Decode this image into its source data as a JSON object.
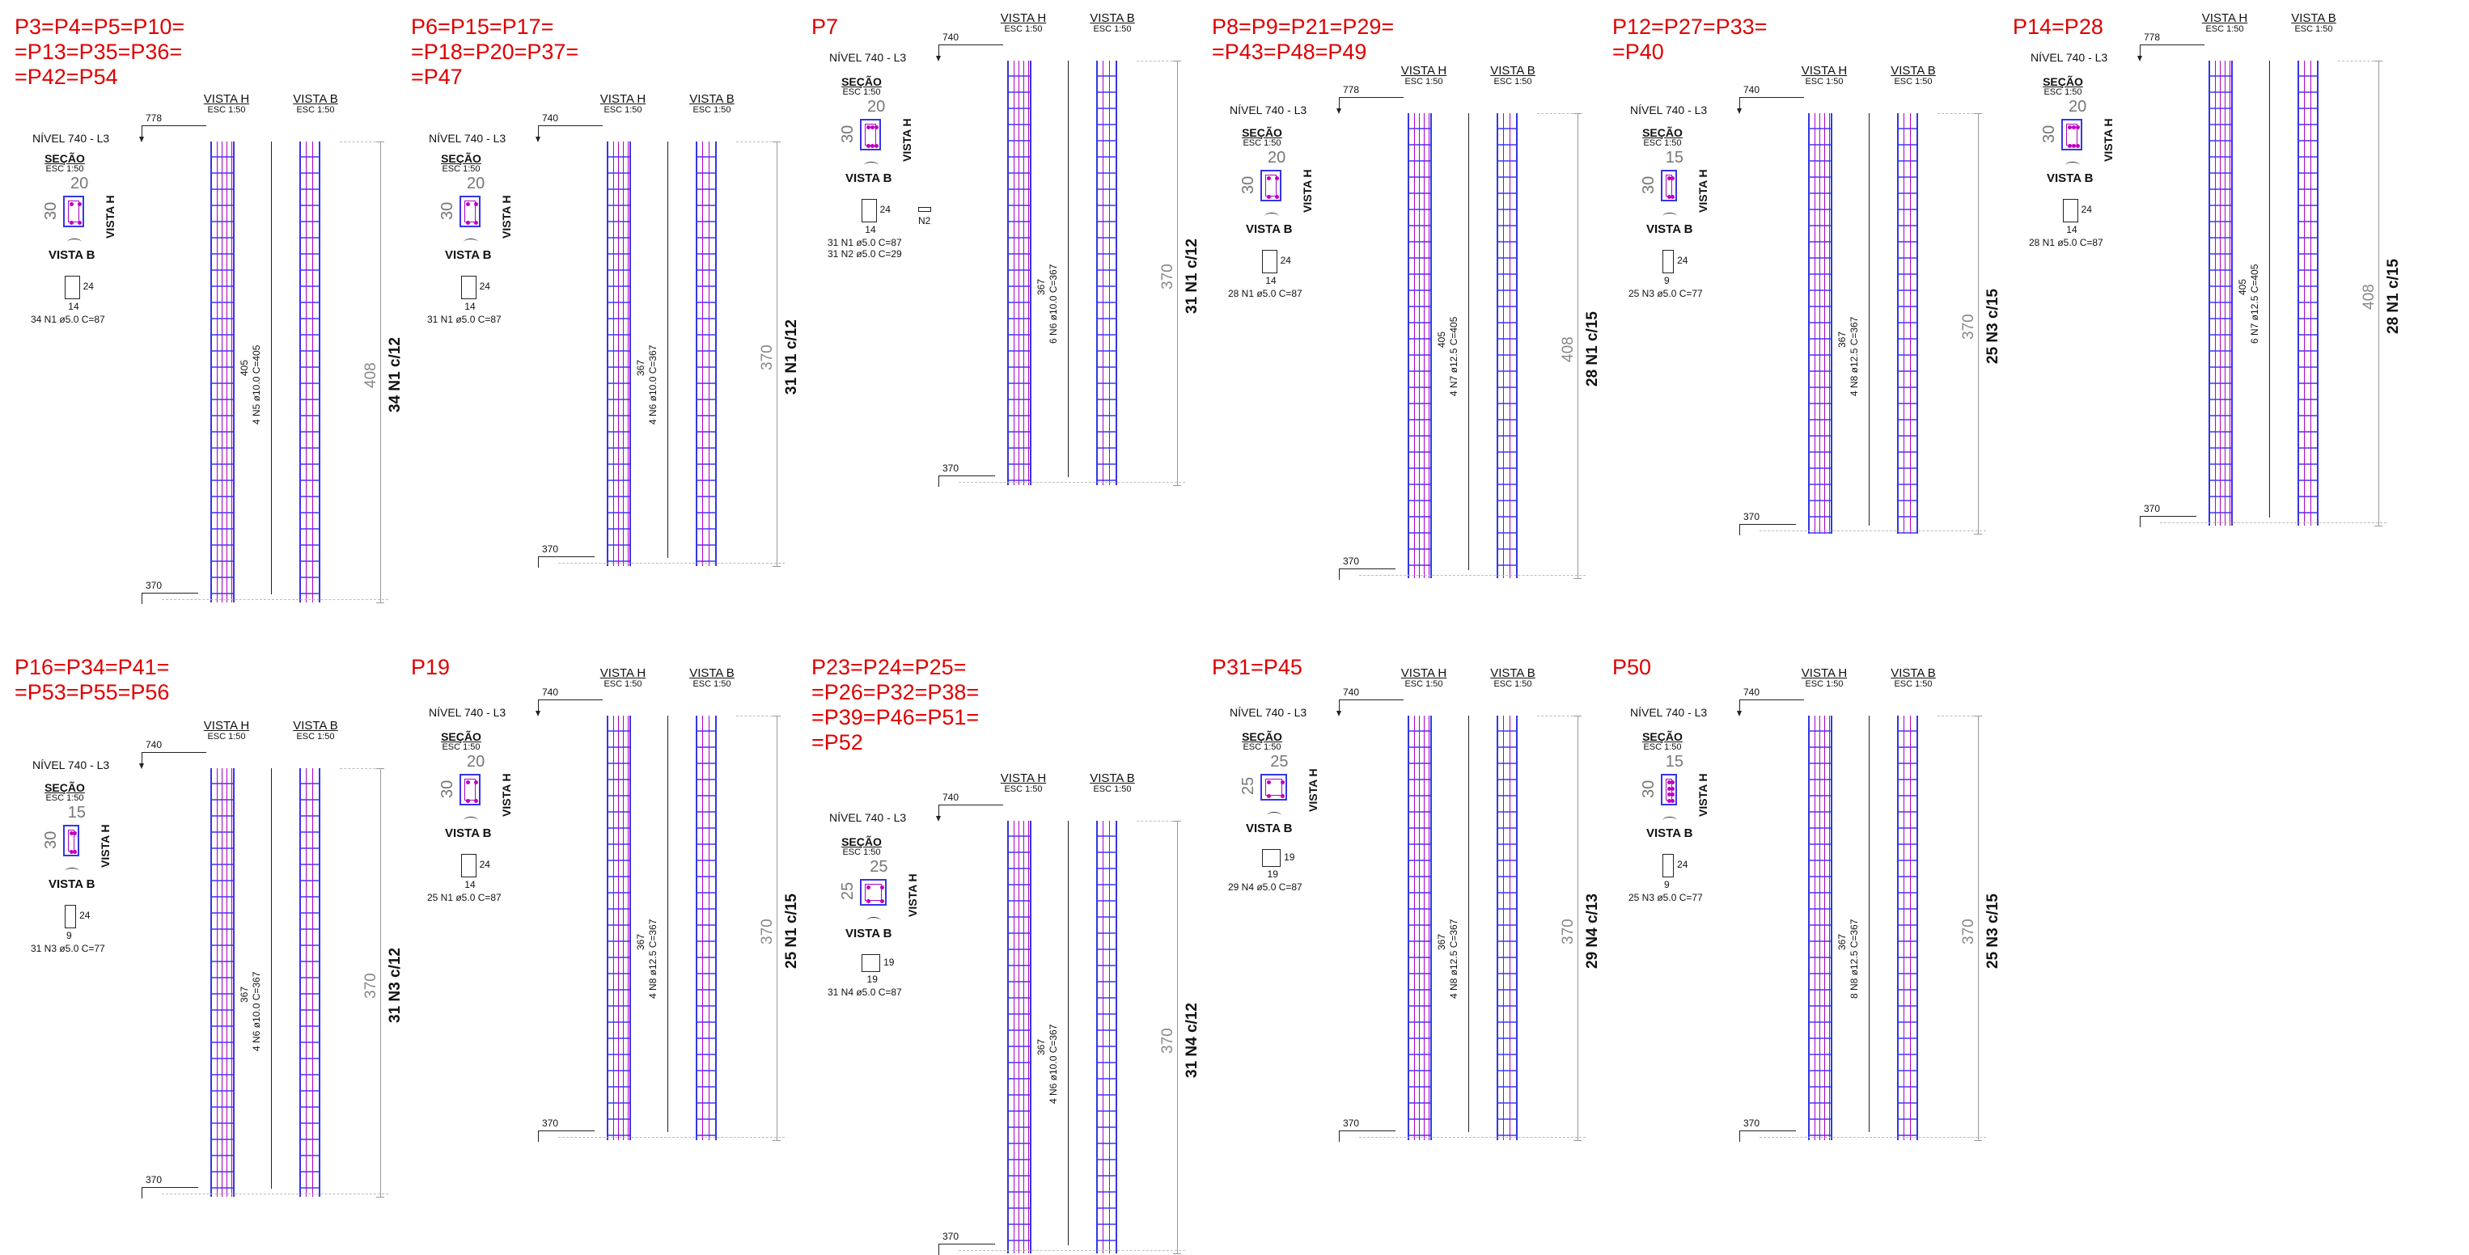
{
  "common": {
    "nivel": "NÍVEL 740 - L3",
    "vista_h": "VISTA H",
    "vista_b": "VISTA B",
    "escala": "ESC 1:50",
    "secao": "SEÇÃO",
    "secao_escala": "ESC 1:50",
    "vista_b_label": "VISTA B",
    "vista_h_label": "VISTA H"
  },
  "colors": {
    "title": "#e00000",
    "stirrup": "#3535e6",
    "longitudinal": "#b000c8",
    "line": "#222222"
  },
  "panels": [
    {
      "title": [
        "P3=P4=P5=P10=",
        "=P13=P35=P36=",
        "=P42=P54"
      ],
      "top_level": "778",
      "bottom_level": "370",
      "section_w": "20",
      "section_h": "30",
      "bars": 4,
      "stirrup_w": "14",
      "stirrup_h": "24",
      "notes": [
        "34 N1 ø5.0 C=87"
      ],
      "long_len": "405",
      "long_bar": "4 N5 ø10.0 C=405",
      "height_dim": "408",
      "spacing": "34 N1 c/12"
    },
    {
      "title": [
        "P6=P15=P17=",
        "=P18=P20=P37=",
        "=P47"
      ],
      "top_level": "740",
      "bottom_level": "370",
      "section_w": "20",
      "section_h": "30",
      "bars": 4,
      "stirrup_w": "14",
      "stirrup_h": "24",
      "notes": [
        "31 N1 ø5.0 C=87"
      ],
      "long_len": "367",
      "long_bar": "4 N6 ø10.0 C=367",
      "height_dim": "370",
      "spacing": "31 N1 c/12"
    },
    {
      "title": [
        "P7"
      ],
      "top_level": "740",
      "bottom_level": "370",
      "section_w": "20",
      "section_h": "30",
      "bars": 6,
      "stirrup_w": "14",
      "stirrup_h": "24",
      "extra_stirrup": "N2",
      "notes": [
        "31 N1 ø5.0 C=87",
        "31 N2 ø5.0 C=29"
      ],
      "long_len": "367",
      "long_bar": "6 N6 ø10.0 C=367",
      "height_dim": "370",
      "spacing": "31 N1 c/12"
    },
    {
      "title": [
        "P8=P9=P21=P29=",
        "=P43=P48=P49"
      ],
      "top_level": "778",
      "bottom_level": "370",
      "section_w": "20",
      "section_h": "30",
      "bars": 4,
      "stirrup_w": "14",
      "stirrup_h": "24",
      "notes": [
        "28 N1 ø5.0 C=87"
      ],
      "long_len": "405",
      "long_bar": "4 N7 ø12.5 C=405",
      "height_dim": "408",
      "spacing": "28 N1 c/15"
    },
    {
      "title": [
        "P12=P27=P33=",
        "=P40"
      ],
      "top_level": "740",
      "bottom_level": "370",
      "section_w": "15",
      "section_h": "30",
      "bars": 4,
      "stirrup_w": "9",
      "stirrup_h": "24",
      "notes": [
        "25 N3 ø5.0 C=77"
      ],
      "long_len": "367",
      "long_bar": "4 N8 ø12.5 C=367",
      "height_dim": "370",
      "spacing": "25 N3 c/15"
    },
    {
      "title": [
        "P14=P28"
      ],
      "top_level": "778",
      "bottom_level": "370",
      "section_w": "20",
      "section_h": "30",
      "bars": 6,
      "stirrup_w": "14",
      "stirrup_h": "24",
      "notes": [
        "28 N1 ø5.0 C=87"
      ],
      "long_len": "405",
      "long_bar": "6 N7 ø12.5 C=405",
      "height_dim": "408",
      "spacing": "28 N1 c/15"
    },
    {
      "title": [
        "P16=P34=P41=",
        "=P53=P55=P56"
      ],
      "top_level": "740",
      "bottom_level": "370",
      "section_w": "15",
      "section_h": "30",
      "bars": 4,
      "stirrup_w": "9",
      "stirrup_h": "24",
      "notes": [
        "31 N3 ø5.0 C=77"
      ],
      "long_len": "367",
      "long_bar": "4 N6 ø10.0 C=367",
      "height_dim": "370",
      "spacing": "31 N3 c/12"
    },
    {
      "title": [
        "P19"
      ],
      "top_level": "740",
      "bottom_level": "370",
      "section_w": "20",
      "section_h": "30",
      "bars": 4,
      "stirrup_w": "14",
      "stirrup_h": "24",
      "notes": [
        "25 N1 ø5.0 C=87"
      ],
      "long_len": "367",
      "long_bar": "4 N8 ø12.5 C=367",
      "height_dim": "370",
      "spacing": "25 N1 c/15"
    },
    {
      "title": [
        "P23=P24=P25=",
        "=P26=P32=P38=",
        "=P39=P46=P51=",
        "=P52"
      ],
      "top_level": "740",
      "bottom_level": "370",
      "section_w": "25",
      "section_h": "25",
      "bars": 4,
      "stirrup_w": "19",
      "stirrup_h": "19",
      "notes": [
        "31 N4 ø5.0 C=87"
      ],
      "long_len": "367",
      "long_bar": "4 N6 ø10.0 C=367",
      "height_dim": "370",
      "spacing": "31 N4 c/12"
    },
    {
      "title": [
        "P31=P45"
      ],
      "top_level": "740",
      "bottom_level": "370",
      "section_w": "25",
      "section_h": "25",
      "bars": 4,
      "stirrup_w": "19",
      "stirrup_h": "19",
      "notes": [
        "29 N4 ø5.0 C=87"
      ],
      "long_len": "367",
      "long_bar": "4 N8 ø12.5 C=367",
      "height_dim": "370",
      "spacing": "29 N4 c/13"
    },
    {
      "title": [
        "P50"
      ],
      "top_level": "740",
      "bottom_level": "370",
      "section_w": "15",
      "section_h": "30",
      "bars": 8,
      "stirrup_w": "9",
      "stirrup_h": "24",
      "notes": [
        "25 N3 ø5.0 C=77"
      ],
      "long_len": "367",
      "long_bar": "8 N8 ø12.5 C=367",
      "height_dim": "370",
      "spacing": "25 N3 c/15"
    }
  ]
}
